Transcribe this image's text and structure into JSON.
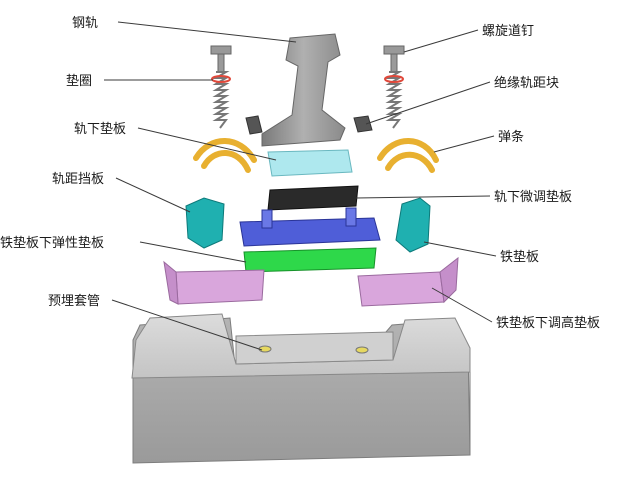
{
  "labels": {
    "rail": "钢轨",
    "washer": "垫圈",
    "rail_pad": "轨下垫板",
    "gauge_plate": "轨距挡板",
    "elastic_pad": "铁垫板下弹性垫板",
    "embedded_sleeve": "预埋套管",
    "screw_spike": "螺旋道钉",
    "insulated_gauge_block": "绝缘轨距块",
    "spring_clip": "弹条",
    "fine_adjust_pad": "轨下微调垫板",
    "tie_plate": "铁垫板",
    "height_adjust_pad": "铁垫板下调高垫板"
  },
  "colors": {
    "rail": "#8c8c8c",
    "spring_clip": "#e8b030",
    "rail_pad": "#aee8ee",
    "fine_adjust_pad": "#2a2a2a",
    "tie_plate": "#4f5ed8",
    "elastic_pad": "#2ed84a",
    "gauge_plate": "#1fb0b0",
    "height_adjust_pad": "#d9a6dc",
    "sleeper": "#b8b8b8",
    "washer": "#e0483a",
    "leader": "#3a3a3a"
  }
}
